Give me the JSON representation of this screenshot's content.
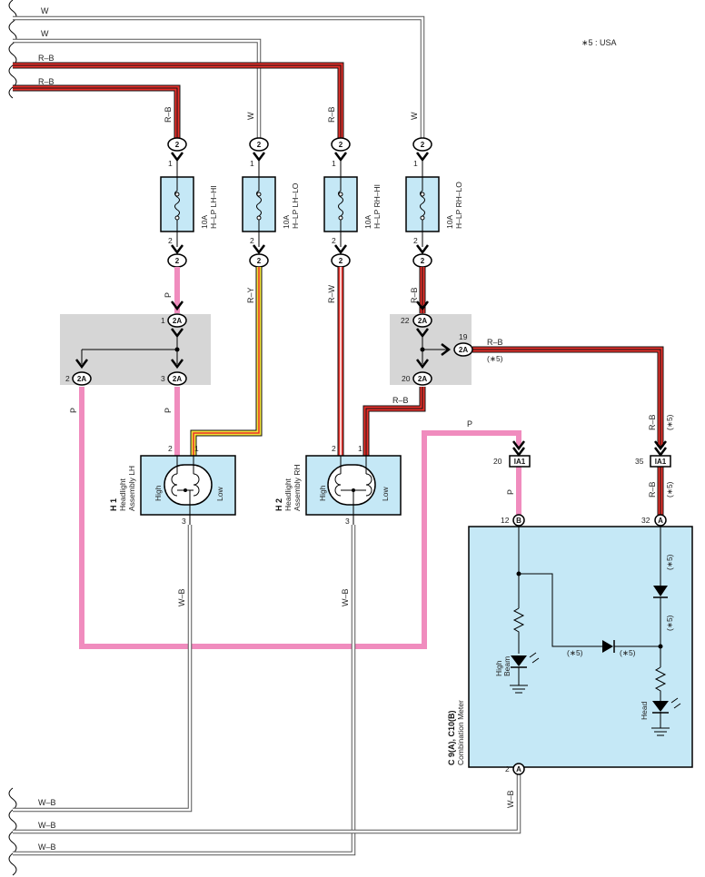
{
  "note": "∗5 : USA",
  "wires": {
    "top1": "W",
    "top2": "W",
    "top3": "R–B",
    "top4": "R–B",
    "bot1": "W–B",
    "bot2": "W–B",
    "bot3": "W–B"
  },
  "colors": {
    "pink": "#f08cbe",
    "red": "#e8302a",
    "yellow": "#f4e23a",
    "gray_wire": "#a8a8a8",
    "component_fill": "#c5e8f6",
    "junction_fill": "#d6d6d6"
  },
  "fuses": [
    {
      "name": "10A\nH–LP LH–HI",
      "line1": "10A",
      "line2": "H–LP LH–HI",
      "wire_in": "R–B",
      "wire_out": "P"
    },
    {
      "name": "10A\nH–LP LH–LO",
      "line1": "10A",
      "line2": "H–LP LH–LO",
      "wire_in": "W",
      "wire_out": "R–Y"
    },
    {
      "name": "10A\nH–LP RH–HI",
      "line1": "10A",
      "line2": "H–LP RH–HI",
      "wire_in": "R–B",
      "wire_out": "R–W"
    },
    {
      "name": "10A\nH–LP RH–LO",
      "line1": "10A",
      "line2": "H–LP RH–LO",
      "wire_in": "W",
      "wire_out": "R–B"
    }
  ],
  "connector_2": "2",
  "pin_1": "1",
  "pin_2": "2",
  "pin_3": "3",
  "junction_left": {
    "conn": "2A",
    "pin_top": "1",
    "pin_left": "2",
    "pin_right": "3",
    "wire_p": "P"
  },
  "junction_right": {
    "conn": "2A",
    "pin_top": "22",
    "pin_side": "19",
    "pin_bot": "20",
    "wire_rb": "R–B",
    "usa": "(∗5)"
  },
  "headlight_lh": {
    "id": "H 1",
    "name": "Headlight",
    "sub": "Assembly LH",
    "high": "High",
    "low": "Low",
    "ground": "W–B"
  },
  "headlight_rh": {
    "id": "H 2",
    "name": "Headlight",
    "sub": "Assembly RH",
    "high": "High",
    "low": "Low",
    "ground": "W–B"
  },
  "ia1": {
    "conn": "IA1",
    "pin_left": "20",
    "pin_right": "35",
    "wire_left": "P",
    "wire_right": "R–B",
    "wire_top_left": "P",
    "wire_top_right": "R–B",
    "usa": "(∗5)"
  },
  "meter": {
    "id": "C 9(A), C10(B)",
    "name": "Combination Meter",
    "pin_b": "12",
    "conn_b": "B",
    "pin_a": "32",
    "conn_a": "A",
    "pin_gnd": "2",
    "conn_gnd": "A",
    "high_beam_1": "High",
    "high_beam_2": "Beam",
    "head": "Head",
    "usa": "(∗5)",
    "gnd_wire": "W–B"
  }
}
